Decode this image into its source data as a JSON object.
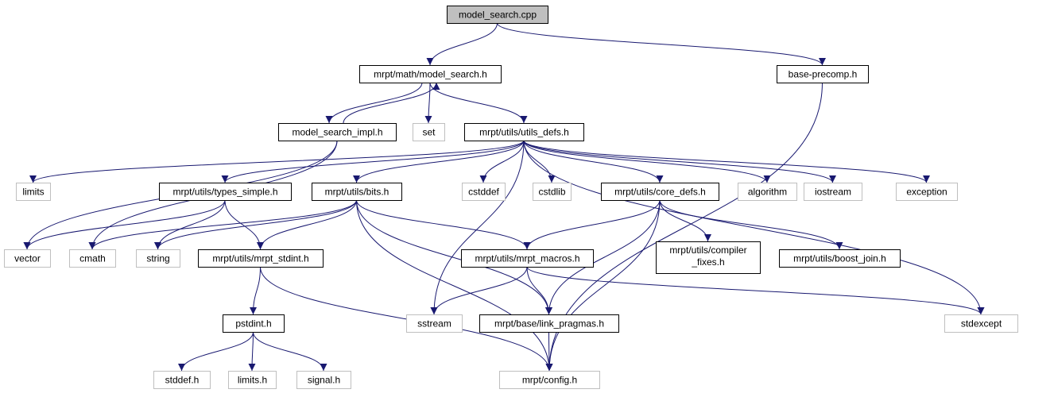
{
  "graph": {
    "title": "model_search.cpp include dependency graph",
    "colors": {
      "edge": "#191970",
      "root_fill": "#bfbfbf",
      "external_border": "#bfbfbf",
      "internal_border": "#000000"
    },
    "nodes": [
      {
        "id": "cpp",
        "label": "model_search.cpp",
        "kind": "root"
      },
      {
        "id": "msh",
        "label": "mrpt/math/model_search.h",
        "kind": "internal"
      },
      {
        "id": "bpc",
        "label": "base-precomp.h",
        "kind": "internal"
      },
      {
        "id": "impl",
        "label": "model_search_impl.h",
        "kind": "internal"
      },
      {
        "id": "set",
        "label": "set",
        "kind": "ext"
      },
      {
        "id": "ud",
        "label": "mrpt/utils/utils_defs.h",
        "kind": "internal"
      },
      {
        "id": "limits",
        "label": "limits",
        "kind": "ext"
      },
      {
        "id": "ts",
        "label": "mrpt/utils/types_simple.h",
        "kind": "internal"
      },
      {
        "id": "bits",
        "label": "mrpt/utils/bits.h",
        "kind": "internal"
      },
      {
        "id": "cstddef",
        "label": "cstddef",
        "kind": "ext"
      },
      {
        "id": "cstdlib",
        "label": "cstdlib",
        "kind": "ext"
      },
      {
        "id": "core",
        "label": "mrpt/utils/core_defs.h",
        "kind": "internal"
      },
      {
        "id": "algorithm",
        "label": "algorithm",
        "kind": "ext"
      },
      {
        "id": "iostream",
        "label": "iostream",
        "kind": "ext"
      },
      {
        "id": "exception",
        "label": "exception",
        "kind": "ext"
      },
      {
        "id": "vector",
        "label": "vector",
        "kind": "ext"
      },
      {
        "id": "cmath",
        "label": "cmath",
        "kind": "ext"
      },
      {
        "id": "string",
        "label": "string",
        "kind": "ext"
      },
      {
        "id": "stdint",
        "label": "mrpt/utils/mrpt_stdint.h",
        "kind": "internal"
      },
      {
        "id": "macros",
        "label": "mrpt/utils/mrpt_macros.h",
        "kind": "internal"
      },
      {
        "id": "compiler",
        "label": "mrpt/utils/compiler",
        "label2": "_fixes.h",
        "kind": "internal"
      },
      {
        "id": "boost",
        "label": "mrpt/utils/boost_join.h",
        "kind": "internal"
      },
      {
        "id": "sstream",
        "label": "sstream",
        "kind": "ext"
      },
      {
        "id": "pragmas",
        "label": "mrpt/base/link_pragmas.h",
        "kind": "internal"
      },
      {
        "id": "stdexcept",
        "label": "stdexcept",
        "kind": "ext"
      },
      {
        "id": "pstdint",
        "label": "pstdint.h",
        "kind": "internal"
      },
      {
        "id": "stddef",
        "label": "stddef.h",
        "kind": "ext"
      },
      {
        "id": "limitsh",
        "label": "limits.h",
        "kind": "ext"
      },
      {
        "id": "signal",
        "label": "signal.h",
        "kind": "ext"
      },
      {
        "id": "config",
        "label": "mrpt/config.h",
        "kind": "ext"
      }
    ],
    "edges": [
      [
        "cpp",
        "msh"
      ],
      [
        "cpp",
        "bpc"
      ],
      [
        "bpc",
        "config"
      ],
      [
        "msh",
        "impl"
      ],
      [
        "impl",
        "msh"
      ],
      [
        "msh",
        "set"
      ],
      [
        "msh",
        "ud"
      ],
      [
        "impl",
        "vector"
      ],
      [
        "impl",
        "cmath"
      ],
      [
        "ud",
        "limits"
      ],
      [
        "ud",
        "ts"
      ],
      [
        "ud",
        "bits"
      ],
      [
        "ud",
        "sstream"
      ],
      [
        "ud",
        "cstddef"
      ],
      [
        "ud",
        "cstdlib"
      ],
      [
        "ud",
        "core"
      ],
      [
        "ud",
        "algorithm"
      ],
      [
        "ud",
        "iostream"
      ],
      [
        "ud",
        "exception"
      ],
      [
        "ud",
        "stdexcept"
      ],
      [
        "ts",
        "vector"
      ],
      [
        "ts",
        "string"
      ],
      [
        "ts",
        "stdint"
      ],
      [
        "bits",
        "cmath"
      ],
      [
        "bits",
        "string"
      ],
      [
        "bits",
        "stdint"
      ],
      [
        "bits",
        "macros"
      ],
      [
        "bits",
        "pragmas"
      ],
      [
        "bits",
        "config"
      ],
      [
        "core",
        "macros"
      ],
      [
        "core",
        "pragmas"
      ],
      [
        "core",
        "compiler"
      ],
      [
        "core",
        "boost"
      ],
      [
        "core",
        "config"
      ],
      [
        "macros",
        "sstream"
      ],
      [
        "macros",
        "pragmas"
      ],
      [
        "macros",
        "stdexcept"
      ],
      [
        "stdint",
        "pstdint"
      ],
      [
        "stdint",
        "config"
      ],
      [
        "pstdint",
        "stddef"
      ],
      [
        "pstdint",
        "limitsh"
      ],
      [
        "pstdint",
        "signal"
      ],
      [
        "pragmas",
        "config"
      ]
    ]
  }
}
